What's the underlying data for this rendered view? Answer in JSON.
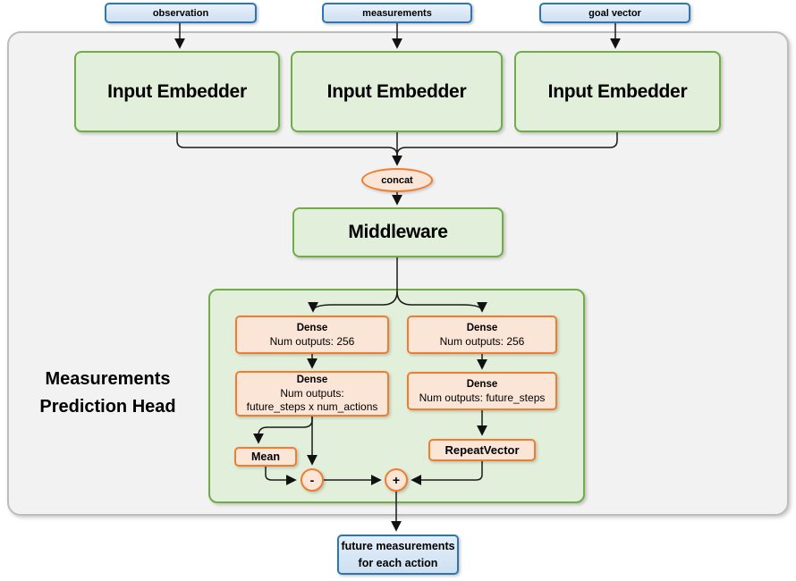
{
  "colors": {
    "blue_border": "#2E75B6",
    "blue_fill": "#DBE9F7",
    "green_border": "#70AD47",
    "green_fill": "#E2EFDA",
    "orange_border": "#ED7D31",
    "orange_fill": "#FBE5D6",
    "panel_fill": "#F2F2F2",
    "panel_border": "#BFBFBF",
    "line": "#1A1A1A"
  },
  "inputs": [
    "observation",
    "measurements",
    "goal vector"
  ],
  "embedders": [
    "Input Embedder",
    "Input Embedder",
    "Input Embedder"
  ],
  "concat_label": "concat",
  "middleware_label": "Middleware",
  "head_title": {
    "line1": "Measurements",
    "line2": "Prediction Head"
  },
  "left_branch": {
    "dense1": {
      "title": "Dense",
      "sub": "Num outputs: 256"
    },
    "dense2": {
      "title": "Dense",
      "sub1": "Num outputs:",
      "sub2": "future_steps x num_actions"
    },
    "mean_label": "Mean",
    "minus_label": "-"
  },
  "right_branch": {
    "dense1": {
      "title": "Dense",
      "sub": "Num outputs: 256"
    },
    "dense2": {
      "title": "Dense",
      "sub": "Num outputs: future_steps"
    },
    "repeat_label": "RepeatVector",
    "plus_label": "+"
  },
  "output": {
    "line1": "future measurements",
    "line2": "for each action"
  }
}
